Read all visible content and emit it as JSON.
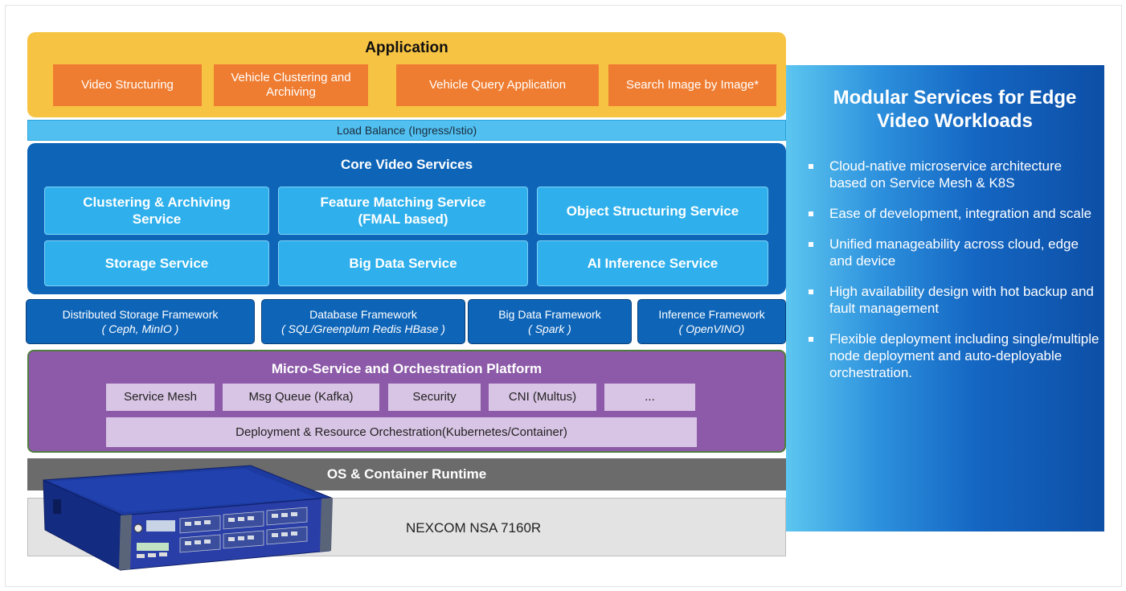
{
  "side_panel": {
    "title": "Modular Services for Edge Video Workloads",
    "bullets": [
      "Cloud-native microservice architecture based on Service Mesh & K8S",
      "Ease of development, integration and scale",
      "Unified manageability across cloud, edge and device",
      "High availability design with hot backup and fault management",
      "Flexible deployment including single/multiple node deployment and auto-deployable orchestration."
    ]
  },
  "application": {
    "title": "Application",
    "items": [
      "Video Structuring",
      "Vehicle Clustering and Archiving",
      "Vehicle Query Application",
      "Search Image by Image*"
    ]
  },
  "load_balance": "Load Balance (Ingress/Istio)",
  "core": {
    "title": "Core Video Services",
    "services": [
      "Clustering & Archiving Service",
      "Feature Matching Service (FMAL based)",
      "Object Structuring Service",
      "Storage Service",
      "Big Data Service",
      "AI Inference Service"
    ]
  },
  "frameworks": [
    {
      "name": "Distributed Storage Framework",
      "sub": "( Ceph, MinIO )"
    },
    {
      "name": "Database Framework",
      "sub": "( SQL/Greenplum Redis HBase )"
    },
    {
      "name": "Big Data Framework",
      "sub": "( Spark )"
    },
    {
      "name": "Inference Framework",
      "sub": "( OpenVINO)"
    }
  ],
  "microservice": {
    "title": "Micro-Service and Orchestration Platform",
    "items": [
      "Service Mesh",
      "Msg Queue (Kafka)",
      "Security",
      "CNI (Multus)",
      "..."
    ],
    "orchestration": "Deployment & Resource Orchestration(Kubernetes/Container)"
  },
  "os": "OS & Container Runtime",
  "hardware": "NEXCOM NSA 7160R",
  "colors": {
    "application": "#f7c343",
    "app_box": "#ef7d31",
    "load_balance": "#51c0f0",
    "core": "#0e65b8",
    "core_box": "#2fb0ec",
    "microservice": "#8c5aa8",
    "microservice_box": "#d8c4e4",
    "os": "#6b6b6b",
    "hardware": "#e3e3e3"
  }
}
